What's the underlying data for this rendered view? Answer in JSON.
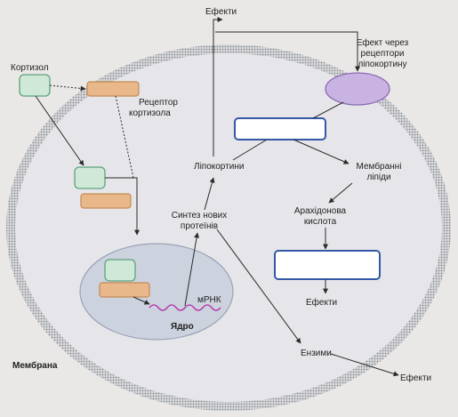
{
  "labels": {
    "cortisol": "Кортизол",
    "receptor_line1": "Рецептор",
    "receptor_line2": "кортизола",
    "effects_top": "Ефекти",
    "lipo_receptor_line1": "Ефект через",
    "lipo_receptor_line2": "рецептори",
    "lipo_receptor_line3": "ліпокортину",
    "lipocortins": "Ліпокортини",
    "membrane_lipids_line1": "Мембранні",
    "membrane_lipids_line2": "ліпіди",
    "arachidonic_line1": "Арахідонова",
    "arachidonic_line2": "кислота",
    "synthesis_line1": "Синтез нових",
    "synthesis_line2": "протеїнів",
    "mrna": "мРНК",
    "nucleus": "Ядро",
    "effects_mid": "Ефекти",
    "enzymes": "Ензими",
    "effects_right": "Ефекти",
    "membrane": "Мембрана"
  },
  "colors": {
    "background": "#e9e8e6",
    "membrane_dots": "#8f949e",
    "cell_interior": "#e6e6ea",
    "nucleus_fill": "#ccd2de",
    "nucleus_stroke": "#9aa3b5",
    "green_box": "#cfe8d8",
    "green_stroke": "#5fa27c",
    "orange_box": "#e8b88a",
    "orange_stroke": "#c48a55",
    "purple_ellipse": "#c9b3e3",
    "purple_stroke": "#8b6bb3",
    "blue_box_stroke": "#3558a6",
    "mrna_wave": "#b441b0",
    "arrow": "#2a2a2a"
  }
}
